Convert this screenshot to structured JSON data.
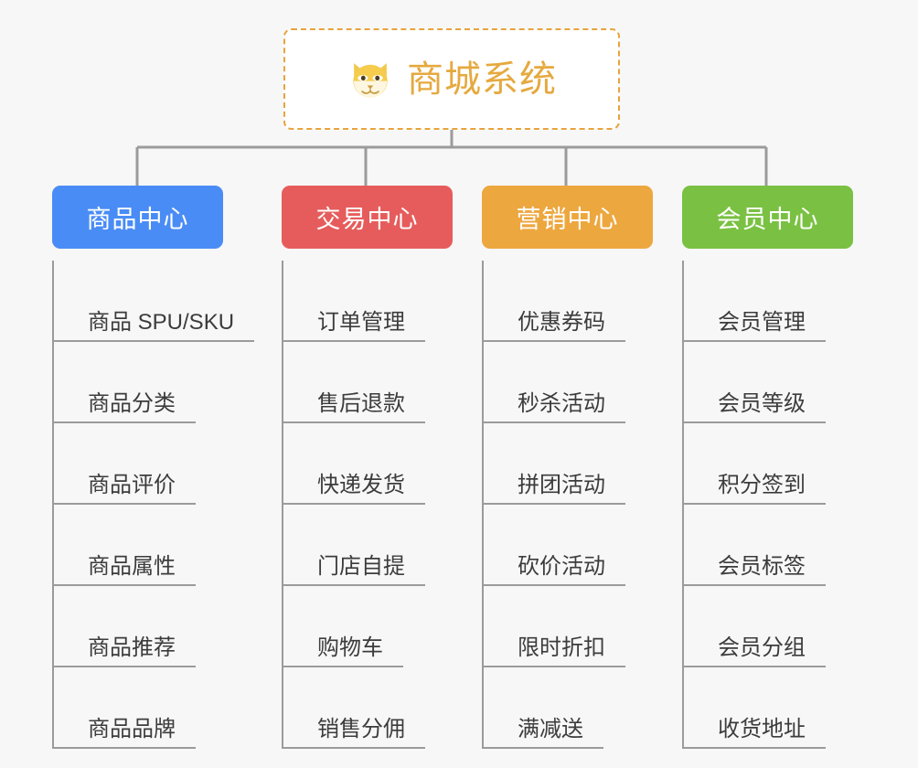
{
  "root": {
    "title": "商城系统",
    "icon": "shiba-dog-face-icon",
    "border_color": "#e8a33d",
    "text_color": "#e5a93f",
    "background": "#ffffff"
  },
  "canvas": {
    "background": "#f7f7f7",
    "line_color": "#9b9b9b"
  },
  "columns": [
    {
      "title": "商品中心",
      "color": "#4a8cf5",
      "items": [
        "商品 SPU/SKU",
        "商品分类",
        "商品评价",
        "商品属性",
        "商品推荐",
        "商品品牌"
      ]
    },
    {
      "title": "交易中心",
      "color": "#e65c5c",
      "items": [
        "订单管理",
        "售后退款",
        "快递发货",
        "门店自提",
        "购物车",
        "销售分佣"
      ]
    },
    {
      "title": "营销中心",
      "color": "#eda73f",
      "items": [
        "优惠券码",
        "秒杀活动",
        "拼团活动",
        "砍价活动",
        "限时折扣",
        "满减送"
      ]
    },
    {
      "title": "会员中心",
      "color": "#7ac143",
      "items": [
        "会员管理",
        "会员等级",
        "积分签到",
        "会员标签",
        "会员分组",
        "收货地址"
      ]
    }
  ]
}
